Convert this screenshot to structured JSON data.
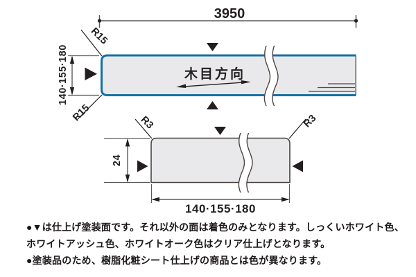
{
  "drawing": {
    "type": "technical-dimension-diagram",
    "product": "painted wood board (two orthographic views)"
  },
  "colors": {
    "finished_edge_blue": "#1470a8",
    "surface_fill_gray": "#e9e9eb",
    "outline_dark": "#474240",
    "dimension_gray": "#58595b",
    "text_black": "#231f20"
  },
  "top_view": {
    "length": "3950",
    "width": "140·155·180",
    "corner_radius_top": "R15",
    "corner_radius_bottom": "R15",
    "grain_direction_label": "木目方向",
    "markers": {
      "top_face": "down-solid-triangle",
      "bottom_face": "up-solid-triangle",
      "left_face": "right-solid-triangle"
    }
  },
  "section_view": {
    "thickness": "24",
    "width": "140·155·180",
    "corner_radius_left": "R3",
    "corner_radius_right": "R3",
    "markers": {
      "top_face": "down-solid-triangle",
      "left_face": "right-solid-triangle",
      "right_face": "left-solid-triangle"
    }
  },
  "notes": {
    "lines": [
      "●▼は仕上げ塗装面です。それ以外の面は着色のみとなります。しっくいホワイト色、",
      "ホワイトアッシュ色、ホワイトオーク色はクリア仕上げとなります。",
      "●塗装品のため、樹脂化粧シート仕上げの商品とは色が異なります。"
    ]
  }
}
